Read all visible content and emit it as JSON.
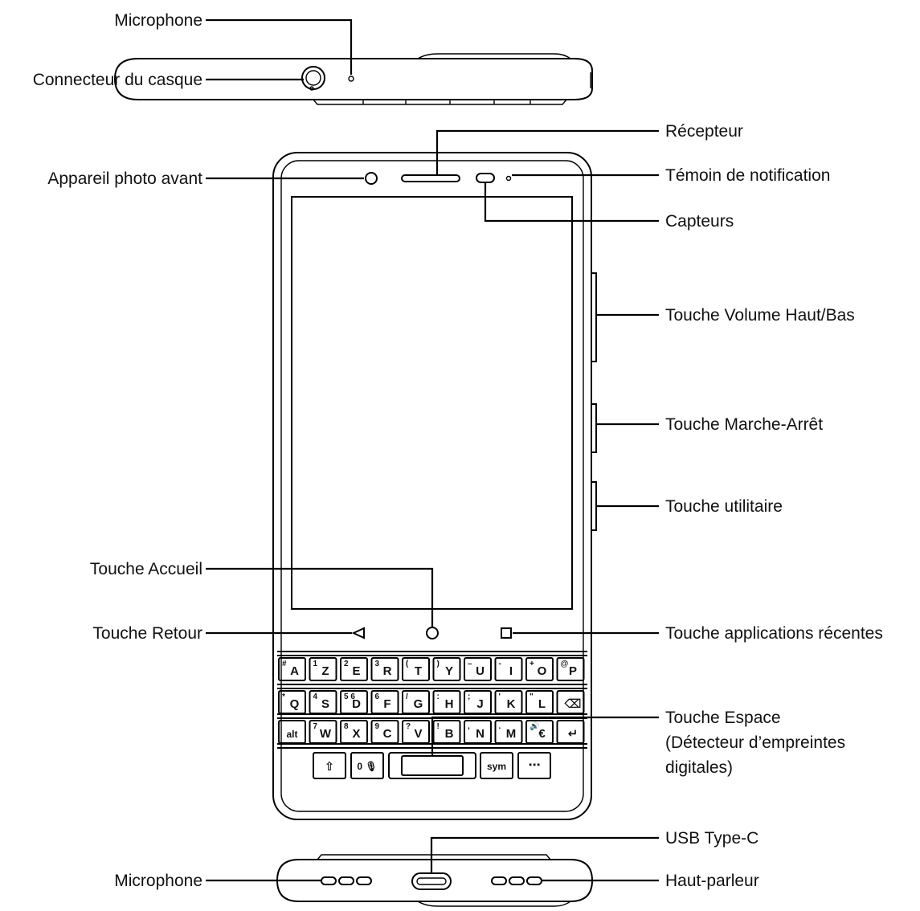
{
  "labels": {
    "microphone_top": "Microphone",
    "headset_connector": "Connecteur du casque",
    "receiver": "Récepteur",
    "front_camera": "Appareil photo avant",
    "notification_led": "Témoin de notification",
    "sensors": "Capteurs",
    "volume_key": "Touche Volume Haut/Bas",
    "power_key": "Touche Marche-Arrêt",
    "convenience_key": "Touche utilitaire",
    "home_key": "Touche Accueil",
    "back_key": "Touche Retour",
    "recent_apps_key": "Touche applications récentes",
    "space_key_line1": "Touche Espace",
    "space_key_line2": "(Détecteur d’empreintes",
    "space_key_line3": "digitales)",
    "usb_port": "USB Type-C",
    "microphone_bottom": "Microphone",
    "speaker": "Haut-parleur"
  },
  "keyboard": {
    "row1": [
      {
        "main": "A",
        "alt": "#"
      },
      {
        "main": "Z",
        "alt": "1"
      },
      {
        "main": "E",
        "alt": "2"
      },
      {
        "main": "R",
        "alt": "3"
      },
      {
        "main": "T",
        "alt": "("
      },
      {
        "main": "Y",
        "alt": ")"
      },
      {
        "main": "U",
        "alt": "–"
      },
      {
        "main": "I",
        "alt": "-"
      },
      {
        "main": "O",
        "alt": "+"
      },
      {
        "main": "P",
        "alt": "@"
      }
    ],
    "row2": [
      {
        "main": "Q",
        "alt": "*"
      },
      {
        "main": "S",
        "alt": "4"
      },
      {
        "main": "D",
        "alt": "5 6"
      },
      {
        "main": "F",
        "alt": "6"
      },
      {
        "main": "G",
        "alt": "/"
      },
      {
        "main": "H",
        "alt": ":"
      },
      {
        "main": "J",
        "alt": ";"
      },
      {
        "main": "K",
        "alt": "'"
      },
      {
        "main": "L",
        "alt": "\""
      },
      {
        "main": "⌫",
        "alt": ""
      }
    ],
    "row3": [
      {
        "main": "alt",
        "alt": ""
      },
      {
        "main": "W",
        "alt": "7"
      },
      {
        "main": "X",
        "alt": "8"
      },
      {
        "main": "C",
        "alt": "9"
      },
      {
        "main": "V",
        "alt": "?"
      },
      {
        "main": "B",
        "alt": "!"
      },
      {
        "main": "N",
        "alt": ","
      },
      {
        "main": "M",
        "alt": "."
      },
      {
        "main": "€",
        "alt": "🔊"
      },
      {
        "main": "↵",
        "alt": ""
      }
    ],
    "row4": {
      "shift": "⇧",
      "mic": "0 🎙",
      "sym": "sym",
      "menu": "⋯"
    }
  }
}
